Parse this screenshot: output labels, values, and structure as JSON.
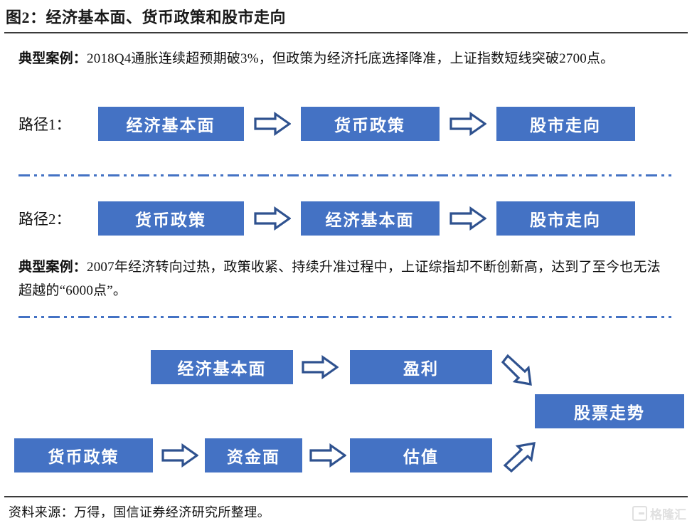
{
  "figure": {
    "title": "图2：经济基本面、货币政策和股市走向",
    "source_label": "资料来源：万得，国信证券经济研究所整理。",
    "accent_color": "#4472C4",
    "arrow_outline_color": "#2F528F",
    "rule_color": "#3B3B3B"
  },
  "case_1": {
    "lead": "典型案例：",
    "text": "2018Q4通胀连续超预期破3%，但政策为经济托底选择降准，上证指数短线突破2700点。"
  },
  "case_2": {
    "lead": "典型案例：",
    "text": "2007年经济转向过热，政策收紧、持续升准过程中，上证综指却不断创新高，达到了至今也无法超越的“6000点”。"
  },
  "paths": [
    {
      "label": "路径1：",
      "nodes": [
        "经济基本面",
        "货币政策",
        "股市走向"
      ]
    },
    {
      "label": "路径2：",
      "nodes": [
        "货币政策",
        "经济基本面",
        "股市走向"
      ]
    }
  ],
  "bottom_diagram": {
    "upper_chain": [
      "经济基本面",
      "盈利"
    ],
    "lower_chain": [
      "货币政策",
      "资金面",
      "估值"
    ],
    "outcome": "股票走势"
  },
  "watermark": {
    "text": "格隆汇",
    "icon": "gelonghui-logo-icon"
  }
}
